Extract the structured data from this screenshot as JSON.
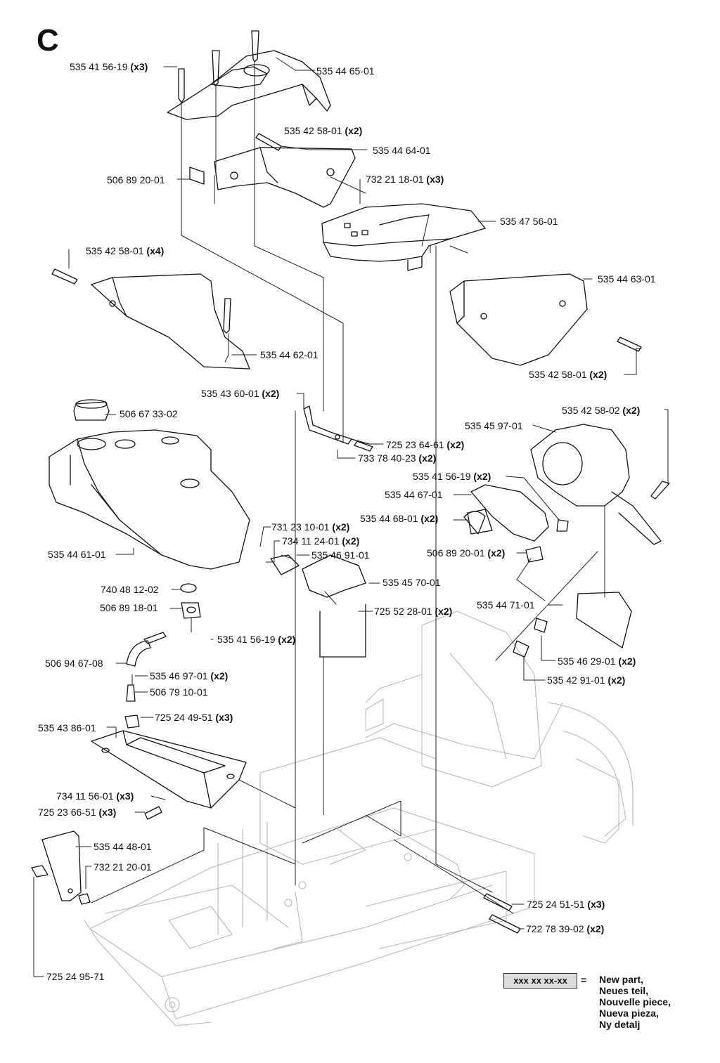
{
  "section_letter": "C",
  "callouts": [
    {
      "part": "535 41 56-19",
      "qty": "(x3)"
    },
    {
      "part": "535 44 65-01",
      "qty": ""
    },
    {
      "part": "535 42 58-01",
      "qty": "(x2)"
    },
    {
      "part": "535 44 64-01",
      "qty": ""
    },
    {
      "part": "506 89 20-01",
      "qty": ""
    },
    {
      "part": "732 21 18-01",
      "qty": "(x3)"
    },
    {
      "part": "535 47 56-01",
      "qty": ""
    },
    {
      "part": "535 42 58-01",
      "qty": "(x4)"
    },
    {
      "part": "535 44 63-01",
      "qty": ""
    },
    {
      "part": "535 44 62-01",
      "qty": ""
    },
    {
      "part": "535 42 58-01",
      "qty": "(x2)"
    },
    {
      "part": "535 43 60-01",
      "qty": "(x2)"
    },
    {
      "part": "506 67 33-02",
      "qty": ""
    },
    {
      "part": "535 42 58-02",
      "qty": "(x2)"
    },
    {
      "part": "535 45 97-01",
      "qty": ""
    },
    {
      "part": "725 23 64-61",
      "qty": "(x2)"
    },
    {
      "part": "733 78 40-23",
      "qty": "(x2)"
    },
    {
      "part": "535 41 56-19",
      "qty": "(x2)"
    },
    {
      "part": "535 44 67-01",
      "qty": ""
    },
    {
      "part": "535 44 68-01",
      "qty": "(x2)"
    },
    {
      "part": "731 23 10-01",
      "qty": "(x2)"
    },
    {
      "part": "734 11 24-01",
      "qty": "(x2)"
    },
    {
      "part": "535 46 91-01",
      "qty": ""
    },
    {
      "part": "535 44 61-01",
      "qty": ""
    },
    {
      "part": "506 89 20-01",
      "qty": "(x2)"
    },
    {
      "part": "740 48 12-02",
      "qty": ""
    },
    {
      "part": "535 45 70-01",
      "qty": ""
    },
    {
      "part": "506 89 18-01",
      "qty": ""
    },
    {
      "part": "725 52 28-01",
      "qty": "(x2)"
    },
    {
      "part": "535 44 71-01",
      "qty": ""
    },
    {
      "part": "535 41 56-19",
      "qty": "(x2)"
    },
    {
      "part": "506 94 67-08",
      "qty": ""
    },
    {
      "part": "535 46 29-01",
      "qty": "(x2)"
    },
    {
      "part": "535 46 97-01",
      "qty": "(x2)"
    },
    {
      "part": "535 42 91-01",
      "qty": "(x2)"
    },
    {
      "part": "506 79 10-01",
      "qty": ""
    },
    {
      "part": "725 24 49-51",
      "qty": "(x3)"
    },
    {
      "part": "535 43 86-01",
      "qty": ""
    },
    {
      "part": "734 11 56-01",
      "qty": "(x3)"
    },
    {
      "part": "725 23 66-51",
      "qty": "(x3)"
    },
    {
      "part": "535 44 48-01",
      "qty": ""
    },
    {
      "part": "732 21 20-01",
      "qty": ""
    },
    {
      "part": "725 24 51-51",
      "qty": "(x3)"
    },
    {
      "part": "722 78 39-02",
      "qty": "(x2)"
    },
    {
      "part": "725 24 95-71",
      "qty": ""
    }
  ],
  "legend": {
    "code": "xxx xx xx-xx",
    "equals": "=",
    "lines": [
      "New part,",
      "Neues teil,",
      "Nouvelle piece,",
      "Nueva pieza,",
      "Ny detalj"
    ]
  }
}
